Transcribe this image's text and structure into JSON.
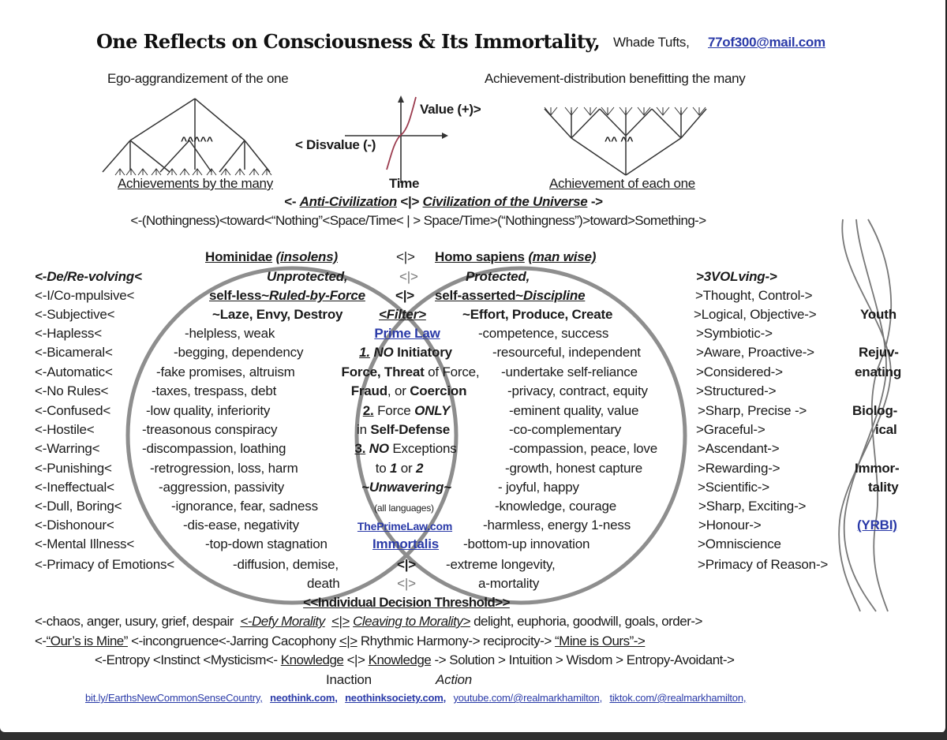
{
  "header": {
    "title": "One Reflects on Consciousness & Its Immortality,",
    "author": "Whade Tufts,",
    "email": "77of300@mail.com"
  },
  "top_diagrams": {
    "left_caption": "Ego-aggrandizement of the one",
    "left_tree_marks": "^^^^^",
    "left_label": "Achievements by the many",
    "right_caption": "Achievement-distribution benefitting the many",
    "right_tree_marks": "^^ ^^",
    "right_label": "Achievement of each one",
    "graph_value": "Value (+)>",
    "graph_disvalue": "< Disvalue (-)",
    "graph_time": "Time"
  },
  "civilization": {
    "left_prefix": "<- ",
    "left": "Anti-Civilization",
    "divider": " <|> ",
    "right": "Civilization of the Universe",
    "right_suffix": " ->",
    "spectrum": "<-(Nothingness)<toward<“Nothing”<Space/Time< | > Space/Time>(“Nothingness”)>toward>Something->"
  },
  "venn": {
    "left_heading": "Hominidae",
    "left_heading_italic": "(insolens)",
    "center_divider": "<|>",
    "right_heading": "Homo sapiens",
    "right_heading_italic": "(man wise)",
    "left_sub1": "Unprotected,",
    "right_sub1": "Protected,",
    "left_sub2a": "self-less~",
    "left_sub2b": "Ruled-by-Force",
    "right_sub2a": "self-asserted~",
    "right_sub2b": "Discipline",
    "left_sub3": "~Laze, Envy, Destroy",
    "filter": "<Filter>",
    "right_sub3": "~Effort, Produce, Create",
    "left_items": [
      "-helpless, weak",
      "-begging, dependency",
      "-fake promises, altruism",
      "-taxes, trespass, debt",
      "-low quality, inferiority",
      "-treasonous conspiracy",
      "-discompassion, loathing",
      "-retrogression, loss, harm",
      "-aggression, passivity",
      "-ignorance, fear, sadness",
      "-dis-ease, negativity",
      "-top-down stagnation",
      "-diffusion, demise,",
      "death"
    ],
    "right_items": [
      "-competence, success",
      "-resourceful, independent",
      "-undertake self-reliance",
      "-privacy, contract, equity",
      "-eminent quality, value",
      "-co-complementary",
      "-compassion, peace, love",
      "-growth, honest capture",
      "- joyful, happy",
      "-knowledge, courage",
      "-harmless, energy 1-ness",
      "-bottom-up innovation",
      "-extreme longevity,",
      "a-mortality"
    ],
    "prime_law": {
      "title": "Prime Law",
      "l1_num": "1.",
      "l1_em": "NO",
      "l1_rest": " Initiatory",
      "l2a": "Force, Threat",
      "l2b": " of Force,",
      "l3a": "Fraud",
      "l3b": ", or ",
      "l3c": "Coercion",
      "l4_num": "2.",
      "l4_rest": " Force ",
      "l4_em": "ONLY",
      "l5a": "in ",
      "l5b": "Self-Defense",
      "l6_num": "3.",
      "l6_em": "NO",
      "l6_rest": " Exceptions",
      "l7a": "to ",
      "l7b": "1",
      "l7c": " or ",
      "l7d": "2",
      "l8": "~Unwavering~",
      "l9": "(all languages)",
      "l10": "ThePrimeLaw.com",
      "l11": "Immortalis",
      "l12": "<|>",
      "l13": "<|>"
    },
    "threshold": "<<Individual Decision Threshold>>"
  },
  "left_column": [
    "<-De/Re-volving<",
    "<-I/Co-mpulsive<",
    "<-Subjective<",
    "<-Hapless<",
    "<-Bicameral<",
    "<-Automatic<",
    "<-No Rules<",
    "<-Confused<",
    "<-Hostile<",
    "<-Warring<",
    "<-Punishing<",
    "<-Ineffectual<",
    "<-Dull, Boring<",
    "<-Dishonour<",
    "<-Mental Illness<",
    "<-Primacy of Emotions<"
  ],
  "right_column": [
    ">3VOLving->",
    ">Thought, Control->",
    ">Logical, Objective->",
    ">Symbiotic->",
    ">Aware, Proactive->",
    ">Considered->",
    ">Structured->",
    ">Sharp, Precise ->",
    ">Graceful->",
    ">Ascendant->",
    ">Rewarding->",
    ">Scientific->",
    ">Sharp, Exciting->",
    ">Honour->",
    ">Omniscience",
    ">Primacy of Reason->"
  ],
  "helix_labels": {
    "youth": "Youth",
    "rejuv1": "Rejuv-",
    "rejuv2": "enating",
    "bio1": "Biolog-",
    "bio2": "ical",
    "imm1": "Immor-",
    "imm2": "tality",
    "yrbi": "(YRBI)"
  },
  "bottom": {
    "morality_left": "<-chaos, anger, usury, grief, despair",
    "defy": "<-Defy Morality",
    "divider": "<|>",
    "cleaving": "Cleaving to Morality>",
    "morality_right": "delight, euphoria, goodwill, goals, order->",
    "ours_prefix": "<-",
    "ours_is_mine": "“Our’s is Mine”",
    "incongruence": "<-incongruence<-Jarring Cacophony",
    "harmony": "Rhythmic Harmony-> reciprocity->",
    "mine_is_ours": "“Mine is Ours”->",
    "entropy_left": "<-Entropy <Instinct <Mysticism<-",
    "knowledge": "Knowledge",
    "entropy_right": "-> Solution > Intuition > Wisdom > Entropy-Avoidant->",
    "inaction": "Inaction",
    "action": "Action"
  },
  "footer_links": [
    "bit.ly/EarthsNewCommonSenseCountry,",
    "neothink.com,",
    "neothinksociety.com,",
    "youtube.com/@realmarkhamilton,",
    "tiktok.com/@realmarkhamilton,"
  ],
  "colors": {
    "link": "#2a3aa8",
    "curve": "#9b3b4e",
    "circle": "#777777",
    "frame": "#2b2b2b"
  }
}
